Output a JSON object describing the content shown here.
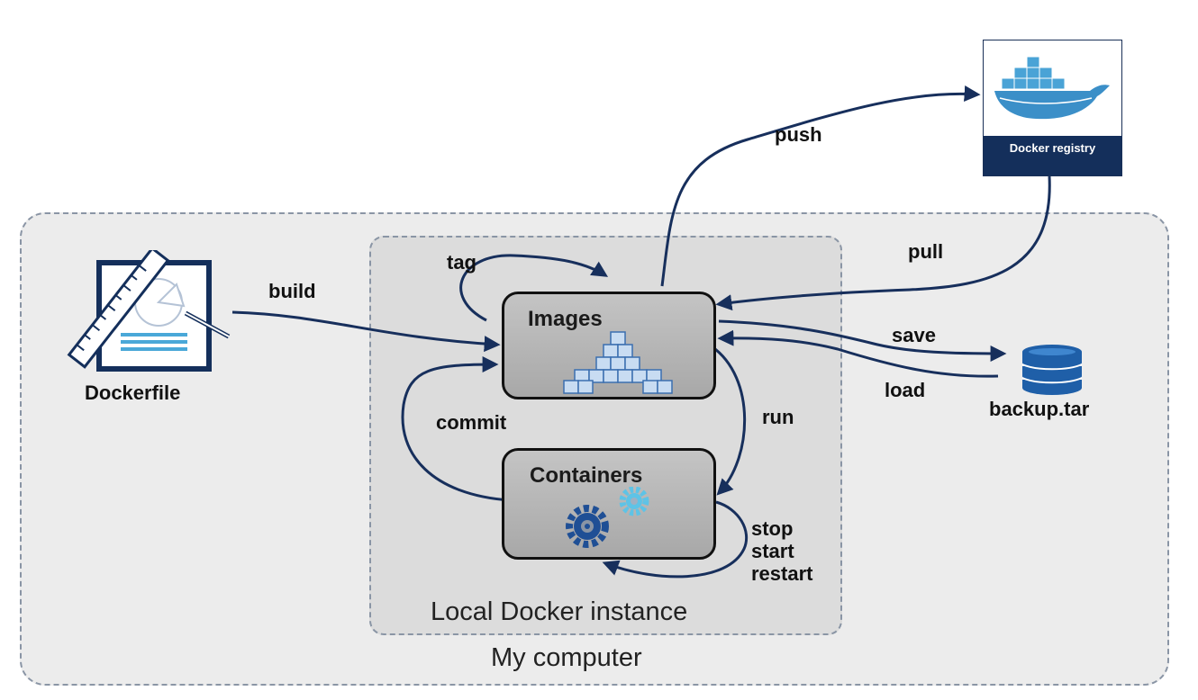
{
  "regions": {
    "my_computer": "My computer",
    "local_docker": "Local Docker instance"
  },
  "nodes": {
    "dockerfile": "Dockerfile",
    "images": "Images",
    "containers": "Containers",
    "registry": "Docker registry",
    "backup": "backup.tar"
  },
  "edges": {
    "build": "build",
    "tag": "tag",
    "push": "push",
    "pull": "pull",
    "save": "save",
    "load": "load",
    "run": "run",
    "commit": "commit",
    "lifecycle": [
      "stop",
      "start",
      "restart"
    ]
  },
  "colors": {
    "arrow": "#172f5c",
    "accent": "#5b9bd5",
    "navy": "#142f5b"
  }
}
